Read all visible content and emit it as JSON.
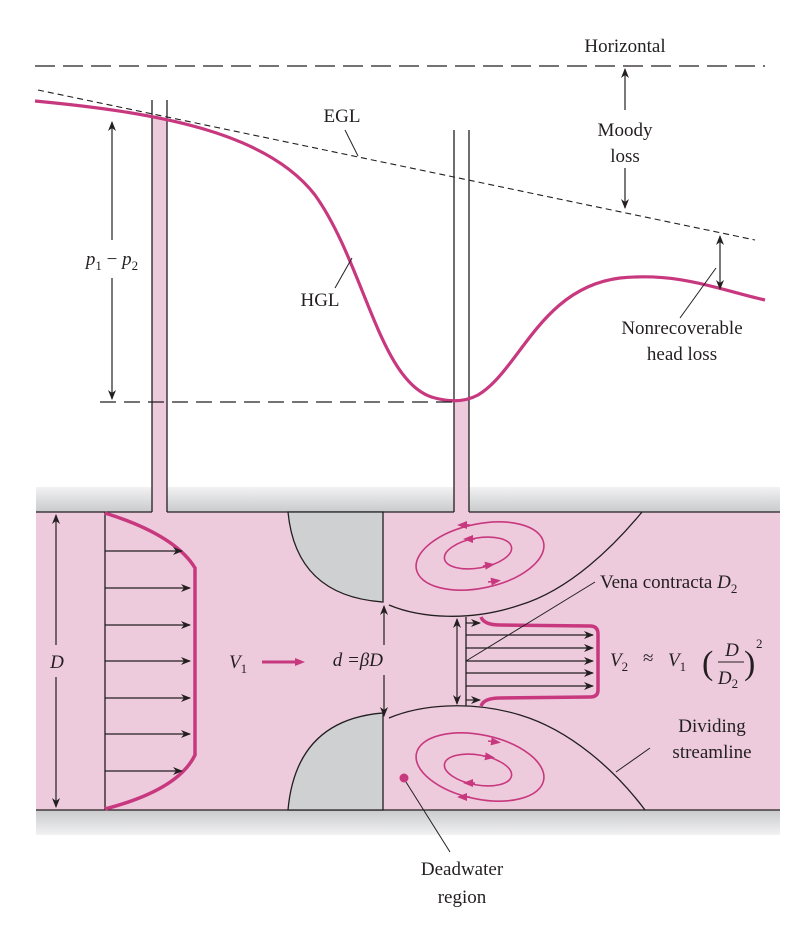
{
  "labels": {
    "horizontal": "Horizontal",
    "moody_1": "Moody",
    "moody_2": "loss",
    "egl": "EGL",
    "hgl": "HGL",
    "p1": "p",
    "p1_sub": "1",
    "minus": " − ",
    "p2": "p",
    "p2_sub": "2",
    "nonrec_1": "Nonrecoverable",
    "nonrec_2": "head loss",
    "vena": "Vena contracta ",
    "vena_D": "D",
    "vena_sub": "2",
    "D": "D",
    "V1": "V",
    "V1_sub": "1",
    "d_eq": "d =βD",
    "v2_V": "V",
    "v2_sub": "2",
    "approx": "≈",
    "v2_V1": "V",
    "v2_V1_sub": "1",
    "frac_num": "D",
    "frac_den": "D",
    "frac_den_sub": "2",
    "exp": "2",
    "dividing_1": "Dividing",
    "dividing_2": "streamline",
    "dead_1": "Deadwater",
    "dead_2": "region"
  },
  "colors": {
    "fluid": "#edcbdc",
    "magenta": "#c8387f",
    "wall": "#d2d3d5",
    "plate": "#cfd0d2"
  }
}
